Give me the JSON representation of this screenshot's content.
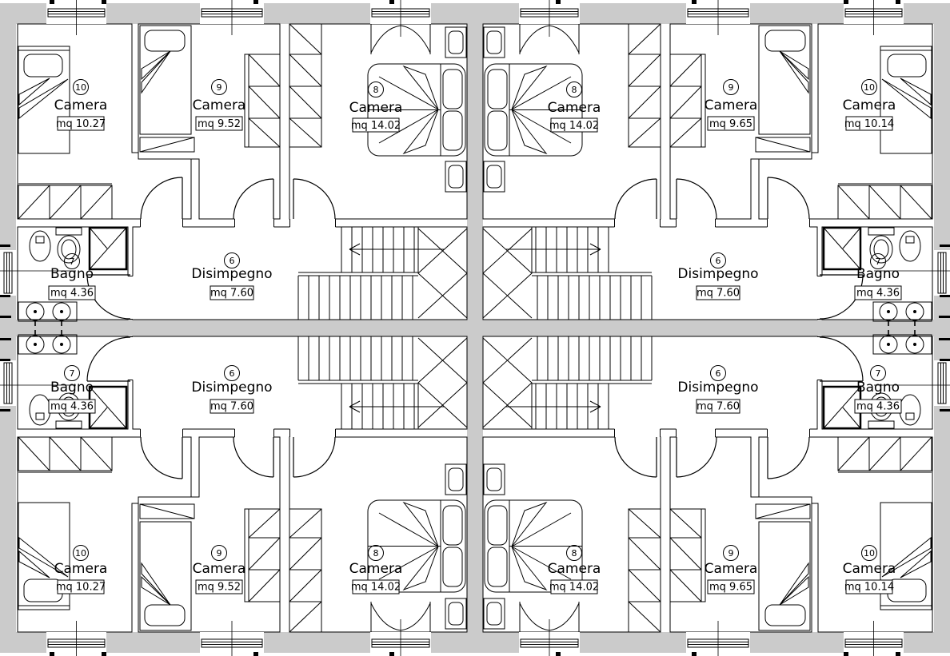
{
  "document": {
    "type": "architectural floor plan",
    "language": "it",
    "stair_arrow_direction_left_unit": "left",
    "stair_arrow_direction_right_unit": "right"
  },
  "colors": {
    "wall_fill": "#cbcbcb",
    "line": "#000000",
    "background": "#ffffff"
  },
  "plan": {
    "quadrants": [
      {
        "name": "top-left",
        "rooms": [
          {
            "number": "10",
            "label": "Camera",
            "area": "mq 10.27"
          },
          {
            "number": "9",
            "label": "Camera",
            "area": "mq 9.52"
          },
          {
            "number": "8",
            "label": "Camera",
            "area": "mq 14.02"
          },
          {
            "number": "7",
            "label": "Bagno",
            "area": "mq 4.36"
          },
          {
            "number": "6",
            "label": "Disimpegno",
            "area": "mq 7.60"
          }
        ]
      },
      {
        "name": "top-right",
        "rooms": [
          {
            "number": "8",
            "label": "Camera",
            "area": "mq 14.02"
          },
          {
            "number": "9",
            "label": "Camera",
            "area": "mq 9.65"
          },
          {
            "number": "10",
            "label": "Camera",
            "area": "mq 10.14"
          },
          {
            "number": "6",
            "label": "Disimpegno",
            "area": "mq 7.60"
          },
          {
            "number": "7",
            "label": "Bagno",
            "area": "mq 4.36"
          }
        ]
      },
      {
        "name": "bottom-left",
        "rooms": [
          {
            "number": "10",
            "label": "Camera",
            "area": "mq 10.27"
          },
          {
            "number": "9",
            "label": "Camera",
            "area": "mq 9.52"
          },
          {
            "number": "8",
            "label": "Camera",
            "area": "mq 14.02"
          },
          {
            "number": "7",
            "label": "Bagno",
            "area": "mq 4.36"
          },
          {
            "number": "6",
            "label": "Disimpegno",
            "area": "mq 7.60"
          }
        ]
      },
      {
        "name": "bottom-right",
        "rooms": [
          {
            "number": "8",
            "label": "Camera",
            "area": "mq 14.02"
          },
          {
            "number": "9",
            "label": "Camera",
            "area": "mq 9.65"
          },
          {
            "number": "10",
            "label": "Camera",
            "area": "mq 10.14"
          },
          {
            "number": "6",
            "label": "Disimpegno",
            "area": "mq 7.60"
          },
          {
            "number": "7",
            "label": "Bagno",
            "area": "mq 4.36"
          }
        ]
      }
    ]
  }
}
